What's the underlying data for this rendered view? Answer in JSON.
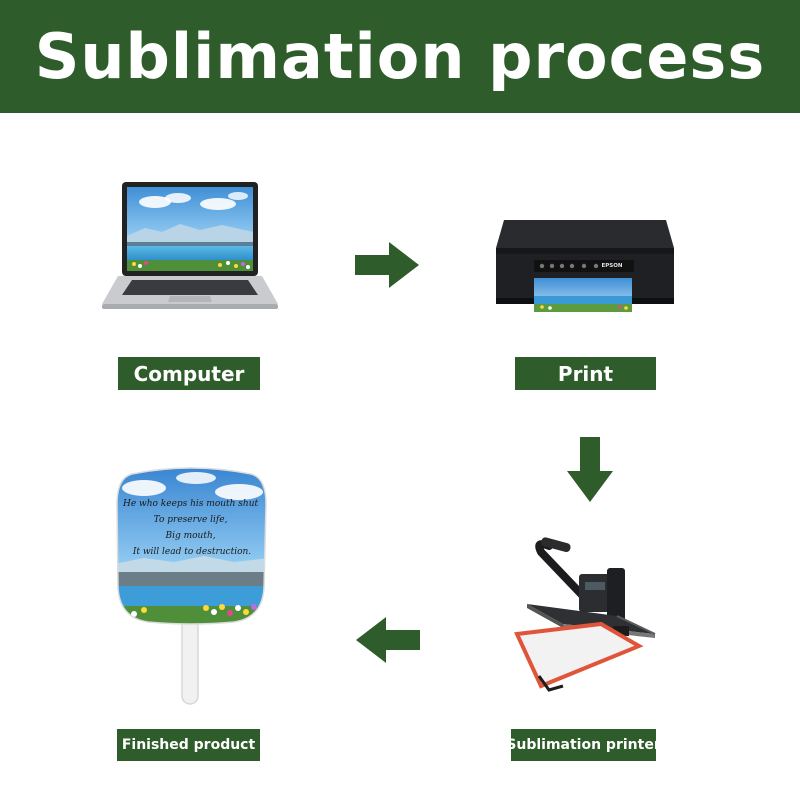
{
  "title": "Sublimation process",
  "steps": {
    "computer": {
      "label": "Computer"
    },
    "print": {
      "label": "Print",
      "printer_brand": "EPSON"
    },
    "sublimation_printer": {
      "label": "Sublimation printer"
    },
    "finished_product": {
      "label": "Finished product",
      "fan_text": [
        "He who keeps his mouth shut",
        "To preserve life,",
        "Big mouth,",
        "It will lead to destruction."
      ]
    }
  },
  "colors": {
    "brand_green": "#2e5c2a",
    "arrow_green": "#2e5c2a",
    "press_frame": "#e0553a"
  },
  "flow": [
    "computer",
    "print",
    "sublimation_printer",
    "finished_product"
  ]
}
